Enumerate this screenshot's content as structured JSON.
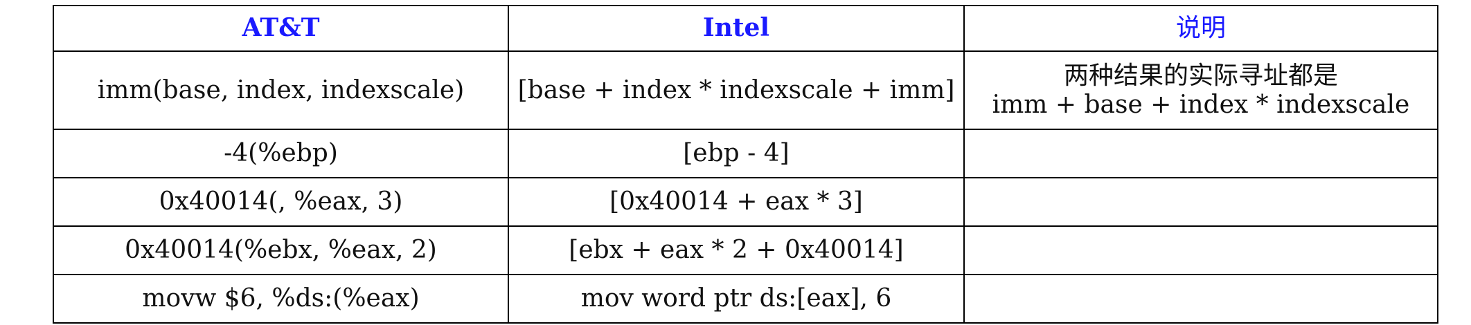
{
  "colors": {
    "header_text": "#1a1aff",
    "border": "#000000",
    "body_text": "#111111"
  },
  "headers": [
    "AT&T",
    "Intel",
    "说明"
  ],
  "rows": [
    {
      "att": "imm(base, index, indexscale)",
      "intel": "[base + index * indexscale + imm]",
      "note_lines": [
        "两种结果的实际寻址都是",
        "imm + base + index * indexscale"
      ]
    },
    {
      "att": "-4(%ebp)",
      "intel": "[ebp - 4]",
      "note_lines": []
    },
    {
      "att": "0x40014(, %eax, 3)",
      "intel": "[0x40014 + eax * 3]",
      "note_lines": []
    },
    {
      "att": "0x40014(%ebx, %eax, 2)",
      "intel": "[ebx + eax * 2 + 0x40014]",
      "note_lines": []
    },
    {
      "att": "movw $6, %ds:(%eax)",
      "intel": "mov word ptr ds:[eax], 6",
      "note_lines": []
    }
  ]
}
